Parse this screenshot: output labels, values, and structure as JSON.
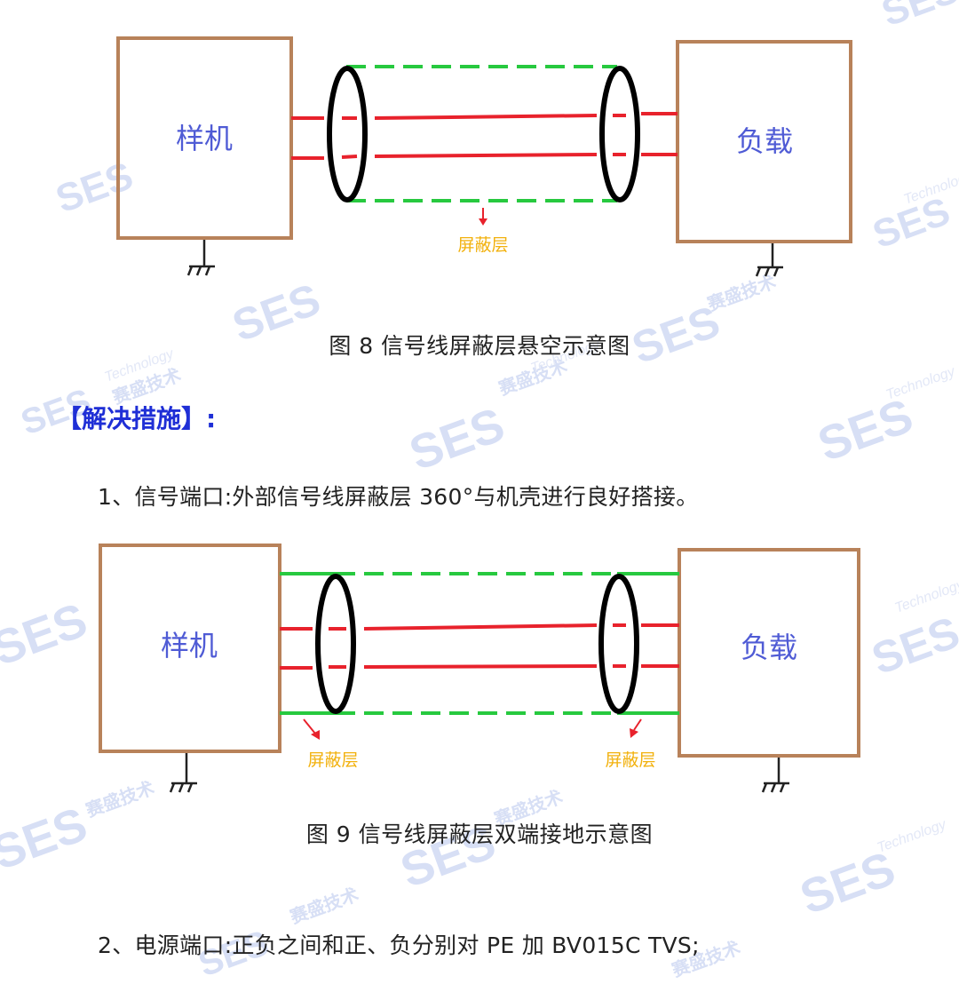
{
  "figure8": {
    "left_box_label": "样机",
    "right_box_label": "负载",
    "shield_label": "屏蔽层",
    "caption": "图 8 信号线屏蔽层悬空示意图"
  },
  "section_heading": "【解决措施】:",
  "item1": "1、信号端口:外部信号线屏蔽层 360°与机壳进行良好搭接。",
  "figure9": {
    "left_box_label": "样机",
    "right_box_label": "负载",
    "shield_label_left": "屏蔽层",
    "shield_label_right": "屏蔽层",
    "caption": "图 9 信号线屏蔽层双端接地示意图"
  },
  "item2": "2、电源端口:正负之间和正、负分别对 PE 加 BV015C TVS;",
  "watermark": {
    "brand": "SES",
    "tagline": "Technology",
    "cn": "赛盛技术"
  },
  "colors": {
    "box_border": "#b8825a",
    "signal_line": "#e8222c",
    "shield_line": "#27c93f",
    "box_text": "#4f5bd5",
    "shield_text": "#f2b10d",
    "heading": "#1f2fd6"
  }
}
